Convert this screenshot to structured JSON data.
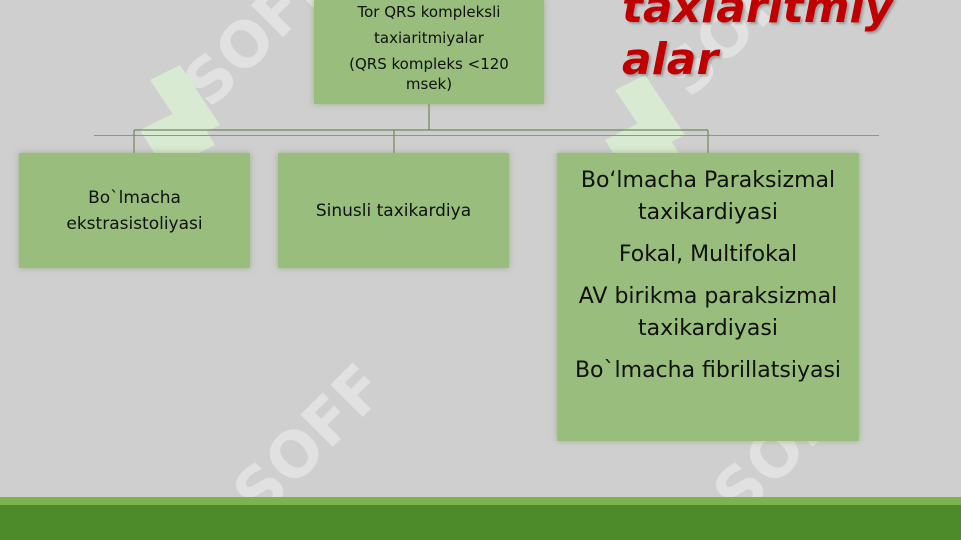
{
  "slide": {
    "title": "taxiaritmiy\nalar",
    "title_visible_line": "alar"
  },
  "diagram": {
    "root": {
      "lines": [
        "Tor QRS kompleksli",
        "taxiaritmiyalar",
        "(QRS kompleks <120 msek)"
      ]
    },
    "children": [
      {
        "label": "Bo`lmacha ekstrasistoliyasi"
      },
      {
        "label": "Sinusli taxikardiya"
      },
      {
        "lines": [
          "Bo‘lmacha Paraksizmal taxikardiyasi",
          "Fokal, Multifokal",
          "AV birikma paraksizmal taxikardiyasi",
          "Bo`lmacha fibrillatsiyasi"
        ]
      }
    ]
  },
  "colors": {
    "box_fill": "#98bd7d",
    "title_red": "#c00000",
    "background": "#cfcfcf",
    "footer_green": "#4c8a2a"
  },
  "watermark": "SOFF"
}
